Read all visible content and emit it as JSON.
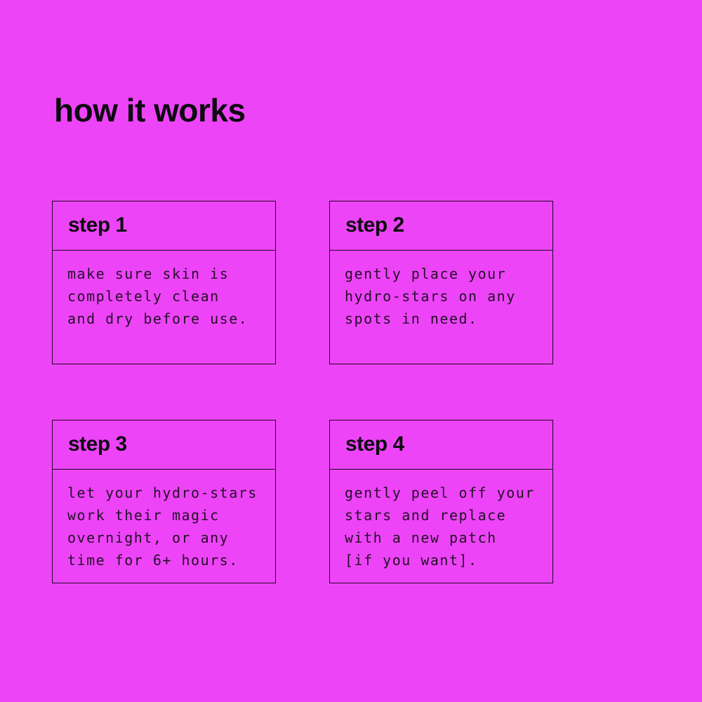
{
  "page": {
    "title": "how it works",
    "background_color": "#ee44f8",
    "border_color": "#1d0a21",
    "heading_color": "#0e0b10",
    "body_text_color": "#241128"
  },
  "steps": [
    {
      "label": "step 1",
      "description": "make sure skin is\ncompletely clean\nand dry before use."
    },
    {
      "label": "step 2",
      "description": "gently place your\nhydro-stars on any\nspots in need."
    },
    {
      "label": "step 3",
      "description": "let your hydro-stars\nwork their magic\novernight, or any\ntime for 6+ hours."
    },
    {
      "label": "step 4",
      "description": "gently peel off your\nstars and replace\nwith a new patch\n[if you want]."
    }
  ]
}
